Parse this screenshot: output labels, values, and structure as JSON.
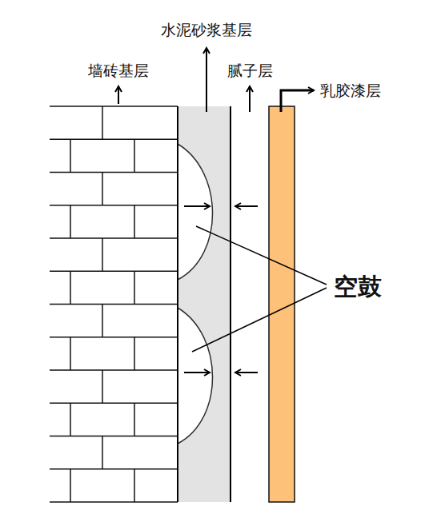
{
  "diagram": {
    "labels": [
      "墙砖基层",
      "水泥砂浆基层",
      "腻子层",
      "乳胶漆层",
      "空鼓"
    ]
  }
}
